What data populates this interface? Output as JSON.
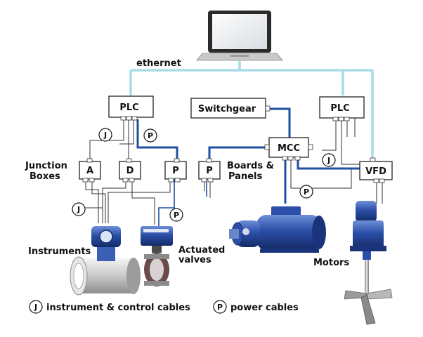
{
  "network": {
    "label": "ethernet"
  },
  "nodes": {
    "plc_left": "PLC",
    "switchgear": "Switchgear",
    "plc_right": "PLC",
    "mcc": "MCC",
    "vfd": "VFD",
    "jb_a": "A",
    "jb_d": "D",
    "jb_p": "P",
    "panel_p": "P"
  },
  "labels": {
    "junction_boxes_1": "Junction",
    "junction_boxes_2": "Boxes",
    "boards_1": "Boards &",
    "boards_2": "Panels",
    "instruments": "Instruments",
    "actuated_1": "Actuated",
    "actuated_2": "valves",
    "motors": "Motors"
  },
  "markers": {
    "j": "J",
    "p": "P"
  },
  "legend": {
    "j_symbol": "J",
    "j_text": "instrument & control cables",
    "p_symbol": "P",
    "p_text": "power cables"
  },
  "colors": {
    "ethernet": "#a8dbe8",
    "power": "#1e4fa0",
    "equipment_blue": "#2b4fa8"
  },
  "icons": [
    "laptop-icon",
    "flowmeter-icon",
    "valve-actuator-icon",
    "pump-motor-icon",
    "agitator-icon"
  ]
}
